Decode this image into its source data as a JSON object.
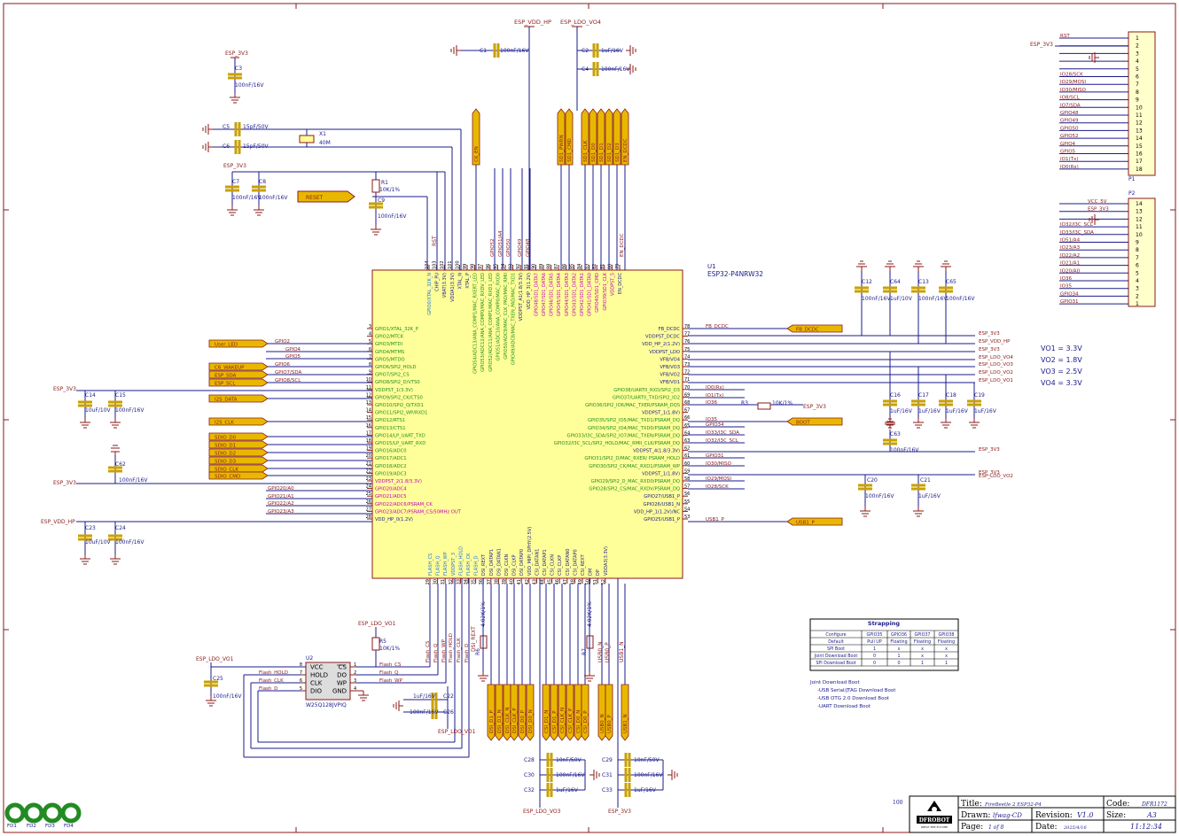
{
  "colors": {
    "wire": "#1b1b8c",
    "line": "#8b1a1a",
    "chip_fill": "#ffff99",
    "chip_stroke": "#8b1a1a",
    "pin_green": "#228b22",
    "pin_blue": "#1e6fd9",
    "pin_magenta": "#c000c0",
    "port_fill": "#e8b800",
    "net_text": "#8b1a1a",
    "border": "#8b1a1a"
  },
  "mcu": {
    "ref": "U1",
    "part": "ESP32-P4NRW32",
    "left_pins": [
      {
        "num": "3",
        "name": "GPIO1/XTAL_32K_P",
        "cls": "g"
      },
      {
        "num": "4",
        "name": "GPIO2/MTCK",
        "cls": "g"
      },
      {
        "num": "5",
        "name": "GPIO3/MTDI",
        "cls": "g"
      },
      {
        "num": "6",
        "name": "GPIO4/MTMS",
        "cls": "g"
      },
      {
        "num": "7",
        "name": "GPIO5/MTDO",
        "cls": "g"
      },
      {
        "num": "8",
        "name": "GPIO6/SPI2_HOLD",
        "cls": "g"
      },
      {
        "num": "9",
        "name": "GPIO7/SPI2_CS",
        "cls": "g"
      },
      {
        "num": "10",
        "name": "GPIO8/SPI2_D/VTS0",
        "cls": "g"
      },
      {
        "num": "11",
        "name": "VDDPST_1(3.3V)",
        "cls": "g"
      },
      {
        "num": "12",
        "name": "GPIO9/SPI2_CK/CTS0",
        "cls": "g"
      },
      {
        "num": "13",
        "name": "GPIO10/SPI2_Q/TXD1",
        "cls": "g"
      },
      {
        "num": "14",
        "name": "GPIO11/SPI2_WP/RXD1",
        "cls": "g"
      },
      {
        "num": "15",
        "name": "GPIO12/RTS1",
        "cls": "g"
      },
      {
        "num": "16",
        "name": "GPIO13/CTS1",
        "cls": "g"
      },
      {
        "num": "17",
        "name": "GPIO14/LP_UART_TXD",
        "cls": "g"
      },
      {
        "num": "18",
        "name": "GPIO15/LP_UART_RXD",
        "cls": "g"
      },
      {
        "num": "19",
        "name": "GPIO16/ADC0",
        "cls": "g"
      },
      {
        "num": "20",
        "name": "GPIO17/ADC1",
        "cls": "g"
      },
      {
        "num": "21",
        "name": "GPIO18/ADC2",
        "cls": "g"
      },
      {
        "num": "22",
        "name": "GPIO19/ADC3",
        "cls": "g"
      },
      {
        "num": "23",
        "name": "VDDPST_2(1.8/3.3V)",
        "cls": "m"
      },
      {
        "num": "24",
        "name": "GPIO20/ADC4",
        "cls": "m"
      },
      {
        "num": "25",
        "name": "GPIO21/ADC5",
        "cls": "m"
      },
      {
        "num": "26",
        "name": "GPIO22/ADC6/PSRAM_CK",
        "cls": "m"
      },
      {
        "num": "27",
        "name": "GPIO23/ADC7/PSRAM_CS/50MHz OUT",
        "cls": "m"
      },
      {
        "num": "28",
        "name": "VDD_HP_0(1.2V)",
        "cls": "k"
      }
    ],
    "right_pins": [
      {
        "num": "78",
        "name": "FB_DCDC",
        "cls": "k"
      },
      {
        "num": "77",
        "name": "VDDPST_DCDC",
        "cls": "k"
      },
      {
        "num": "76",
        "name": "VDD_HP_2(1.2V)",
        "cls": "k"
      },
      {
        "num": "75",
        "name": "VDDPST_LDO",
        "cls": "k"
      },
      {
        "num": "74",
        "name": "VFB/VO4",
        "cls": "k"
      },
      {
        "num": "73",
        "name": "VFB/VO3",
        "cls": "k"
      },
      {
        "num": "72",
        "name": "VFB/VO2",
        "cls": "k"
      },
      {
        "num": "71",
        "name": "VFB/VO1",
        "cls": "k"
      },
      {
        "num": "70",
        "name": "GPIO38/UART0_RXD/SPI2_D3",
        "cls": "g"
      },
      {
        "num": "69",
        "name": "GPIO37/UART0_TXD/SPI2_IO2",
        "cls": "g"
      },
      {
        "num": "68",
        "name": "GPIO36/SPI2_IO6/MAC_TXER/PSRAM_DQS",
        "cls": "g"
      },
      {
        "num": "67",
        "name": "VDDPST_1(1.8V)",
        "cls": "k"
      },
      {
        "num": "66",
        "name": "GPIO35/SPI2_IO5/MAC_TXD1/PSRAM_DQ",
        "cls": "g"
      },
      {
        "num": "65",
        "name": "GPIO34/SPI2_IO4/MAC_TXD0/PSRAM_DQ",
        "cls": "g"
      },
      {
        "num": "64",
        "name": "GPIO33/I3C_SDA/SPI2_IO7/MAC_TXEN/PSRAM_DQ",
        "cls": "g"
      },
      {
        "num": "63",
        "name": "GPIO32/I3C_SCL/SPI2_HOLD/MAC_RMII_CLK/PSRAM_DQ",
        "cls": "g"
      },
      {
        "num": "62",
        "name": "VDDPST_4(1.8/3.3V)",
        "cls": "k"
      },
      {
        "num": "61",
        "name": "GPIO31/SPI2_D/MAC_RXER/ PSRAM_HOLD",
        "cls": "g"
      },
      {
        "num": "60",
        "name": "GPIO30/SPI2_CK/MAC_RXD1/PSRAM_WP",
        "cls": "g"
      },
      {
        "num": "59",
        "name": "VDDPST_1(1.8V)",
        "cls": "k"
      },
      {
        "num": "58",
        "name": "GPIO29/SPI2_D_MAC_RXD0/PSRAM_DQ",
        "cls": "g"
      },
      {
        "num": "57",
        "name": "GPIO28/SPI2_CS/MAC_RXDV/PSRAM_DQ",
        "cls": "g"
      },
      {
        "num": "56",
        "name": "GPIO27/USB1_P",
        "cls": "k"
      },
      {
        "num": "55",
        "name": "GPIO26/USB1_N",
        "cls": "k"
      },
      {
        "num": "54",
        "name": "VDD_HP_1(1.2V)/NC",
        "cls": "k"
      },
      {
        "num": "53",
        "name": "GPIO25/USB1_P",
        "cls": "k"
      }
    ],
    "top_pin_nums": [
      "104",
      "103",
      "102",
      "101",
      "100",
      "99",
      "98",
      "97",
      "96",
      "95",
      "94",
      "93",
      "92",
      "91",
      "90",
      "89",
      "88",
      "87",
      "86",
      "85",
      "84",
      "83",
      "82",
      "81",
      "80",
      "79"
    ],
    "top_pin_names": [
      {
        "t": "GPIO0/XTAL_32K_N",
        "c": "b"
      },
      {
        "t": "CHIP_PU",
        "c": "k"
      },
      {
        "t": "VBAT(3.3V)",
        "c": "k"
      },
      {
        "t": "VDDA1(3.3V)",
        "c": "k"
      },
      {
        "t": "XTAL_N",
        "c": "k"
      },
      {
        "t": "XTAL_P",
        "c": "k"
      },
      {
        "t": "GPIO54/ADC13/ANA_COMP1/MAC_RXERT_LED",
        "c": "g"
      },
      {
        "t": "GPIO53/ADC12/ANA_COMP0/MAC_RXDV_LED",
        "c": "g"
      },
      {
        "t": "GPIO52/ADC11/ANA_COMP1/MAC_RXD1_LED",
        "c": "g"
      },
      {
        "t": "GPIO51/ADC10/ANA_COMP0/MAC_RXD0",
        "c": "g"
      },
      {
        "t": "GPIO50/ADC9/MAC_CLK_PAD/MAC_RMII",
        "c": "g"
      },
      {
        "t": "GPIO49/ADC8/MAC_TXEN_PAD/MAC_TXD1",
        "c": "g"
      },
      {
        "t": "VDDPST_A1(1.8/3.3V)",
        "c": "k"
      },
      {
        "t": "VDD_HP_3(1.2V)",
        "c": "k"
      },
      {
        "t": "GPIO48/SD1_DATA7",
        "c": "m"
      },
      {
        "t": "GPIO47/SD1_DATA6",
        "c": "m"
      },
      {
        "t": "GPIO46/SD1_DATA5",
        "c": "m"
      },
      {
        "t": "GPIO45/SD1_DATA4",
        "c": "m"
      },
      {
        "t": "GPIO44/SD1_DATA3",
        "c": "m"
      },
      {
        "t": "GPIO43/SD1_DATA2",
        "c": "m"
      },
      {
        "t": "GPIO42/SD1_DATA1",
        "c": "m"
      },
      {
        "t": "GPIO41/SD1_DATA0",
        "c": "m"
      },
      {
        "t": "GPIO40/SD1_CMD",
        "c": "m"
      },
      {
        "t": "GPIO39/SD1_CLK",
        "c": "m"
      },
      {
        "t": "VDDPST_5",
        "c": "m"
      },
      {
        "t": "EN_DCDC",
        "c": "k"
      }
    ],
    "bottom_pin_nums": [
      "29",
      "30",
      "31",
      "32",
      "33",
      "34",
      "35",
      "36",
      "37",
      "38",
      "39",
      "40",
      "41",
      "42",
      "43",
      "44",
      "45",
      "46",
      "47",
      "48",
      "49",
      "50",
      "51",
      "52"
    ],
    "bottom_pin_names": [
      {
        "t": "FLASH_CS",
        "c": "b"
      },
      {
        "t": "FLASH_Q",
        "c": "b"
      },
      {
        "t": "FLASH_WP",
        "c": "b"
      },
      {
        "t": "VDDPST_3",
        "c": "b"
      },
      {
        "t": "FLASH_HOLD",
        "c": "b"
      },
      {
        "t": "FLASH_CK",
        "c": "b"
      },
      {
        "t": "FLASH_D",
        "c": "b"
      },
      {
        "t": "DSI_REXT",
        "c": "k"
      },
      {
        "t": "DSI_DATAP1",
        "c": "k"
      },
      {
        "t": "DSI_DATAN1",
        "c": "k"
      },
      {
        "t": "DSI_CLKN",
        "c": "k"
      },
      {
        "t": "DSI_CLKP",
        "c": "k"
      },
      {
        "t": "DSI_DATAP0",
        "c": "k"
      },
      {
        "t": "VDD_MIPI_DPHY(2.5V)",
        "c": "k"
      },
      {
        "t": "CSI_DATAN1",
        "c": "k"
      },
      {
        "t": "CSI_DATAP1",
        "c": "k"
      },
      {
        "t": "CSI_CLKN",
        "c": "k"
      },
      {
        "t": "CSI_CLKP",
        "c": "k"
      },
      {
        "t": "CSI_DATAN0",
        "c": "k"
      },
      {
        "t": "CSI_DATAP0",
        "c": "k"
      },
      {
        "t": "CSI_REXT",
        "c": "k"
      },
      {
        "t": "DM",
        "c": "k"
      },
      {
        "t": "DP",
        "c": "k"
      },
      {
        "t": "VDDA3(3.3V)",
        "c": "k"
      }
    ]
  },
  "left_ports": [
    {
      "label": "User_LED",
      "net": "GPIO2"
    },
    {
      "label": "C6_WAKEUP",
      "net": "GPIO6"
    },
    {
      "label": "ESP_SDA",
      "net": "GPIO7/SDA"
    },
    {
      "label": "ESP_SCL",
      "net": "GPIO8/SCL"
    },
    {
      "label": "I2S_DATA",
      "net": ""
    },
    {
      "label": "I2S_CLK",
      "net": ""
    },
    {
      "label": "SDIO_D0",
      "net": ""
    },
    {
      "label": "SDIO_D1",
      "net": ""
    },
    {
      "label": "SDIO_D2",
      "net": ""
    },
    {
      "label": "SDIO_D3",
      "net": ""
    },
    {
      "label": "SDIO_CLK",
      "net": ""
    },
    {
      "label": "SDIO_CMD",
      "net": ""
    }
  ],
  "left_nets": [
    "GPIO4",
    "GPIO5",
    "GPIO20/A0",
    "GPIO21/A1",
    "GPIO22/A2",
    "GPIO23/A3"
  ],
  "right_ports": [
    {
      "label": "FB_DCDC",
      "net": "FB_DCDC"
    },
    {
      "label": "BOOT",
      "net": "IO35"
    },
    {
      "label": "USB1_P",
      "net": "USB1_P"
    }
  ],
  "right_nets": [
    "ESP_3V3",
    "ESP_VDD_HP",
    "ESP_3V3",
    "ESP_LDO_VO4",
    "ESP_LDO_VO3",
    "ESP_LDO_VO2",
    "ESP_LDO_VO1",
    "IO0(Rx)",
    "IO1(Tx)",
    "IO36",
    "ESP_3V3",
    "GPIO34",
    "IO33/I3C_SDA",
    "IO32/I3C_SCL",
    "GPIO31",
    "IO30/MISO",
    "IO29/MOSI",
    "IO28/SCK",
    "ESP_3V3",
    "ESP_LDO_VO2"
  ],
  "vo_legend": [
    "VO1 = 3.3V",
    "VO2 = 1.8V",
    "VO3 = 2.5V",
    "VO4 = 3.3V"
  ],
  "top_ports": [
    "C6_EN",
    "SD1_PWRN",
    "SD1_CMD",
    "SD1_CLK",
    "SD1_D0",
    "SD1_D1",
    "SD1_D2",
    "SD1_D3",
    "EN_DCDC"
  ],
  "top_power": [
    "ESP_VDD_HP",
    "ESP_LDO_VO4"
  ],
  "top_nets": [
    "RST",
    "GPIO52",
    "GPIO51/A4",
    "GPIO50",
    "GPIO49",
    "GPIO48",
    "EN_DCDC"
  ],
  "bottom_ports": [
    "DSI_D1_P",
    "DSI_D1_N",
    "DSI_CLK_N",
    "DSI_CLK_P",
    "DSI_D0_P",
    "DSI_D0_N",
    "CSI_D1_N",
    "CSI_D1_P",
    "CSI_CLK_N",
    "CSI_CLK_P",
    "CSI_D0_N",
    "CSI_D0_P",
    "USB0_N",
    "USB0_P",
    "USB1_N"
  ],
  "components": [
    {
      "ref": "C1",
      "val": "100nF/16V"
    },
    {
      "ref": "C2",
      "val": "1uF/16V"
    },
    {
      "ref": "C4",
      "val": "100nF/16V"
    },
    {
      "ref": "C3",
      "val": "100nF/16V"
    },
    {
      "ref": "C5",
      "val": "15pF/50V"
    },
    {
      "ref": "C6",
      "val": "15pF/50V"
    },
    {
      "ref": "X1",
      "val": "40M"
    },
    {
      "ref": "C7",
      "val": "100nF/16V"
    },
    {
      "ref": "C8",
      "val": "100nF/16V"
    },
    {
      "ref": "R1",
      "val": "10K/1%"
    },
    {
      "ref": "C9",
      "val": "100nF/16V"
    },
    {
      "ref": "C14",
      "val": "10uF/10V"
    },
    {
      "ref": "C15",
      "val": "100nF/16V"
    },
    {
      "ref": "C62",
      "val": "100nF/16V"
    },
    {
      "ref": "C23",
      "val": "10uF/10V"
    },
    {
      "ref": "C24",
      "val": "100nF/16V"
    },
    {
      "ref": "C12",
      "val": "100nF/16V"
    },
    {
      "ref": "C64",
      "val": "1uF/10V"
    },
    {
      "ref": "C13",
      "val": "100nF/16V"
    },
    {
      "ref": "C65",
      "val": "100nF/16V"
    },
    {
      "ref": "C16",
      "val": "1uF/16V"
    },
    {
      "ref": "C17",
      "val": "1uF/16V"
    },
    {
      "ref": "C18",
      "val": "1uF/16V"
    },
    {
      "ref": "C19",
      "val": "1uF/16V"
    },
    {
      "ref": "R3",
      "val": "10K/1%"
    },
    {
      "ref": "C63",
      "val": "100nF/16V"
    },
    {
      "ref": "C20",
      "val": "100nF/16V"
    },
    {
      "ref": "C21",
      "val": "1uF/16V"
    },
    {
      "ref": "R5",
      "val": "10K/1%"
    },
    {
      "ref": "C25",
      "val": "100nF/16V"
    },
    {
      "ref": "C22",
      "val": "1uF/16V"
    },
    {
      "ref": "C26",
      "val": "100nF/16V"
    },
    {
      "ref": "R6",
      "val": "4.02K/1%"
    },
    {
      "ref": "R7",
      "val": "4.02K/1%"
    },
    {
      "ref": "C28",
      "val": "10nF/50V"
    },
    {
      "ref": "C30",
      "val": "100nF/16V"
    },
    {
      "ref": "C32",
      "val": "1uF/16V"
    },
    {
      "ref": "C29",
      "val": "10nF/50V"
    },
    {
      "ref": "C31",
      "val": "100nF/16V"
    },
    {
      "ref": "C33",
      "val": "1uF/16V"
    }
  ],
  "power_labels": {
    "esp_3v3": "ESP_3V3",
    "esp_vdd_hp": "ESP_VDD_HP",
    "esp_ldo_vo1": "ESP_LDO_VO1",
    "esp_ldo_vo3": "ESP_LDO_VO3",
    "reset_port": "RESET",
    "vcc_5v": "VCC_5V"
  },
  "flash": {
    "ref": "U2",
    "part": "W25Q128JVPIQ",
    "left_pins": [
      {
        "num": "8",
        "name": "VCC"
      },
      {
        "num": "7",
        "name": "HOLD"
      },
      {
        "num": "6",
        "name": "CLK"
      },
      {
        "num": "5",
        "name": "DIO"
      }
    ],
    "right_pins": [
      {
        "num": "1",
        "name": "CS"
      },
      {
        "num": "2",
        "name": "DO"
      },
      {
        "num": "3",
        "name": "WP"
      },
      {
        "num": "4",
        "name": "GND"
      }
    ],
    "left_nets": [
      "",
      "Flash_HOLD",
      "Flash_CLK",
      "Flash_D"
    ],
    "right_nets": [
      "Flash_CS",
      "Flash_Q",
      "Flash_WP",
      ""
    ]
  },
  "flash_bus_nets": [
    "Flash_CS",
    "Flash_Q",
    "Flash_WP",
    "Flash_HOLD",
    "Flash_CLK",
    "Flash_D"
  ],
  "dsi_nets": [
    "DSI_REXT",
    "USB0_N",
    "USB0_P",
    "USB1_N"
  ],
  "connector_p1": {
    "ref": "P1",
    "pins": [
      "1",
      "2",
      "3",
      "4",
      "5",
      "6",
      "7",
      "8",
      "9",
      "10",
      "11",
      "12",
      "13",
      "14",
      "15",
      "16",
      "17",
      "18"
    ],
    "nets": [
      "RST",
      "",
      "",
      "",
      "",
      "IO28/SCK",
      "IO29/MOSI",
      "IO30/MISO",
      "IO8/SCL",
      "IO7/SDA",
      "GPIO48",
      "GPIO49",
      "GPIO50",
      "GPIO52",
      "GPIO4",
      "GPIO5",
      "IO1(Tx)",
      "IO0(Rx)"
    ],
    "power": "ESP_3V3"
  },
  "connector_p2": {
    "ref": "P2",
    "pins": [
      "14",
      "13",
      "12",
      "11",
      "10",
      "9",
      "8",
      "7",
      "6",
      "5",
      "4",
      "3",
      "2",
      "1"
    ],
    "nets": [
      "VCC_5V",
      "ESP_3V3",
      "",
      "IO32/I3C_SCL",
      "IO33/I3C_SDA",
      "IO51/A4",
      "IO23/A3",
      "IO22/A2",
      "IO21/A1",
      "IO20/A0",
      "IO36",
      "IO35",
      "GPIO34",
      "GPIO31"
    ]
  },
  "strapping": {
    "title": "Strapping",
    "headers": [
      "Configure",
      "GPIO35",
      "GPIO36",
      "GPIO37",
      "GPIO38"
    ],
    "rows": [
      [
        "Default",
        "Pull UP",
        "Floating",
        "Floating",
        "Floating"
      ],
      [
        "SPI Boot",
        "1",
        "x",
        "x",
        "x"
      ],
      [
        "Joint Download Boot",
        "0",
        "1",
        "x",
        "x"
      ],
      [
        "SPI Download Boot",
        "0",
        "0",
        "1",
        "1"
      ]
    ],
    "notes_title": "Joint Download Boot",
    "notes": [
      "-USB Serial/JTAG Download Boot",
      "-USB OTG 2.0 Download Boot",
      "-UART Download Boot"
    ]
  },
  "title_block": {
    "title_label": "Title:",
    "title_value": "FireBeetle 2 ESP32-P4",
    "code_label": "Code:",
    "code_value": "DFR1172",
    "drawn_label": "Drawn:",
    "drawn_value": "lfwag-CD",
    "revision_label": "Revision:",
    "revision_value": "V1.0",
    "size_label": "Size:",
    "size_value": "A3",
    "page_label": "Page:",
    "page_of": "1  of  8",
    "date_label": "Date:",
    "date_value": "2025/4/16",
    "time_value": "11:12:34",
    "logo_text": "DFROBOT",
    "logo_sub": "DRIVE THE FUTURE",
    "sheet_num": "100"
  },
  "fiducials": [
    "FD1",
    "FD2",
    "FD3",
    "FD4"
  ]
}
